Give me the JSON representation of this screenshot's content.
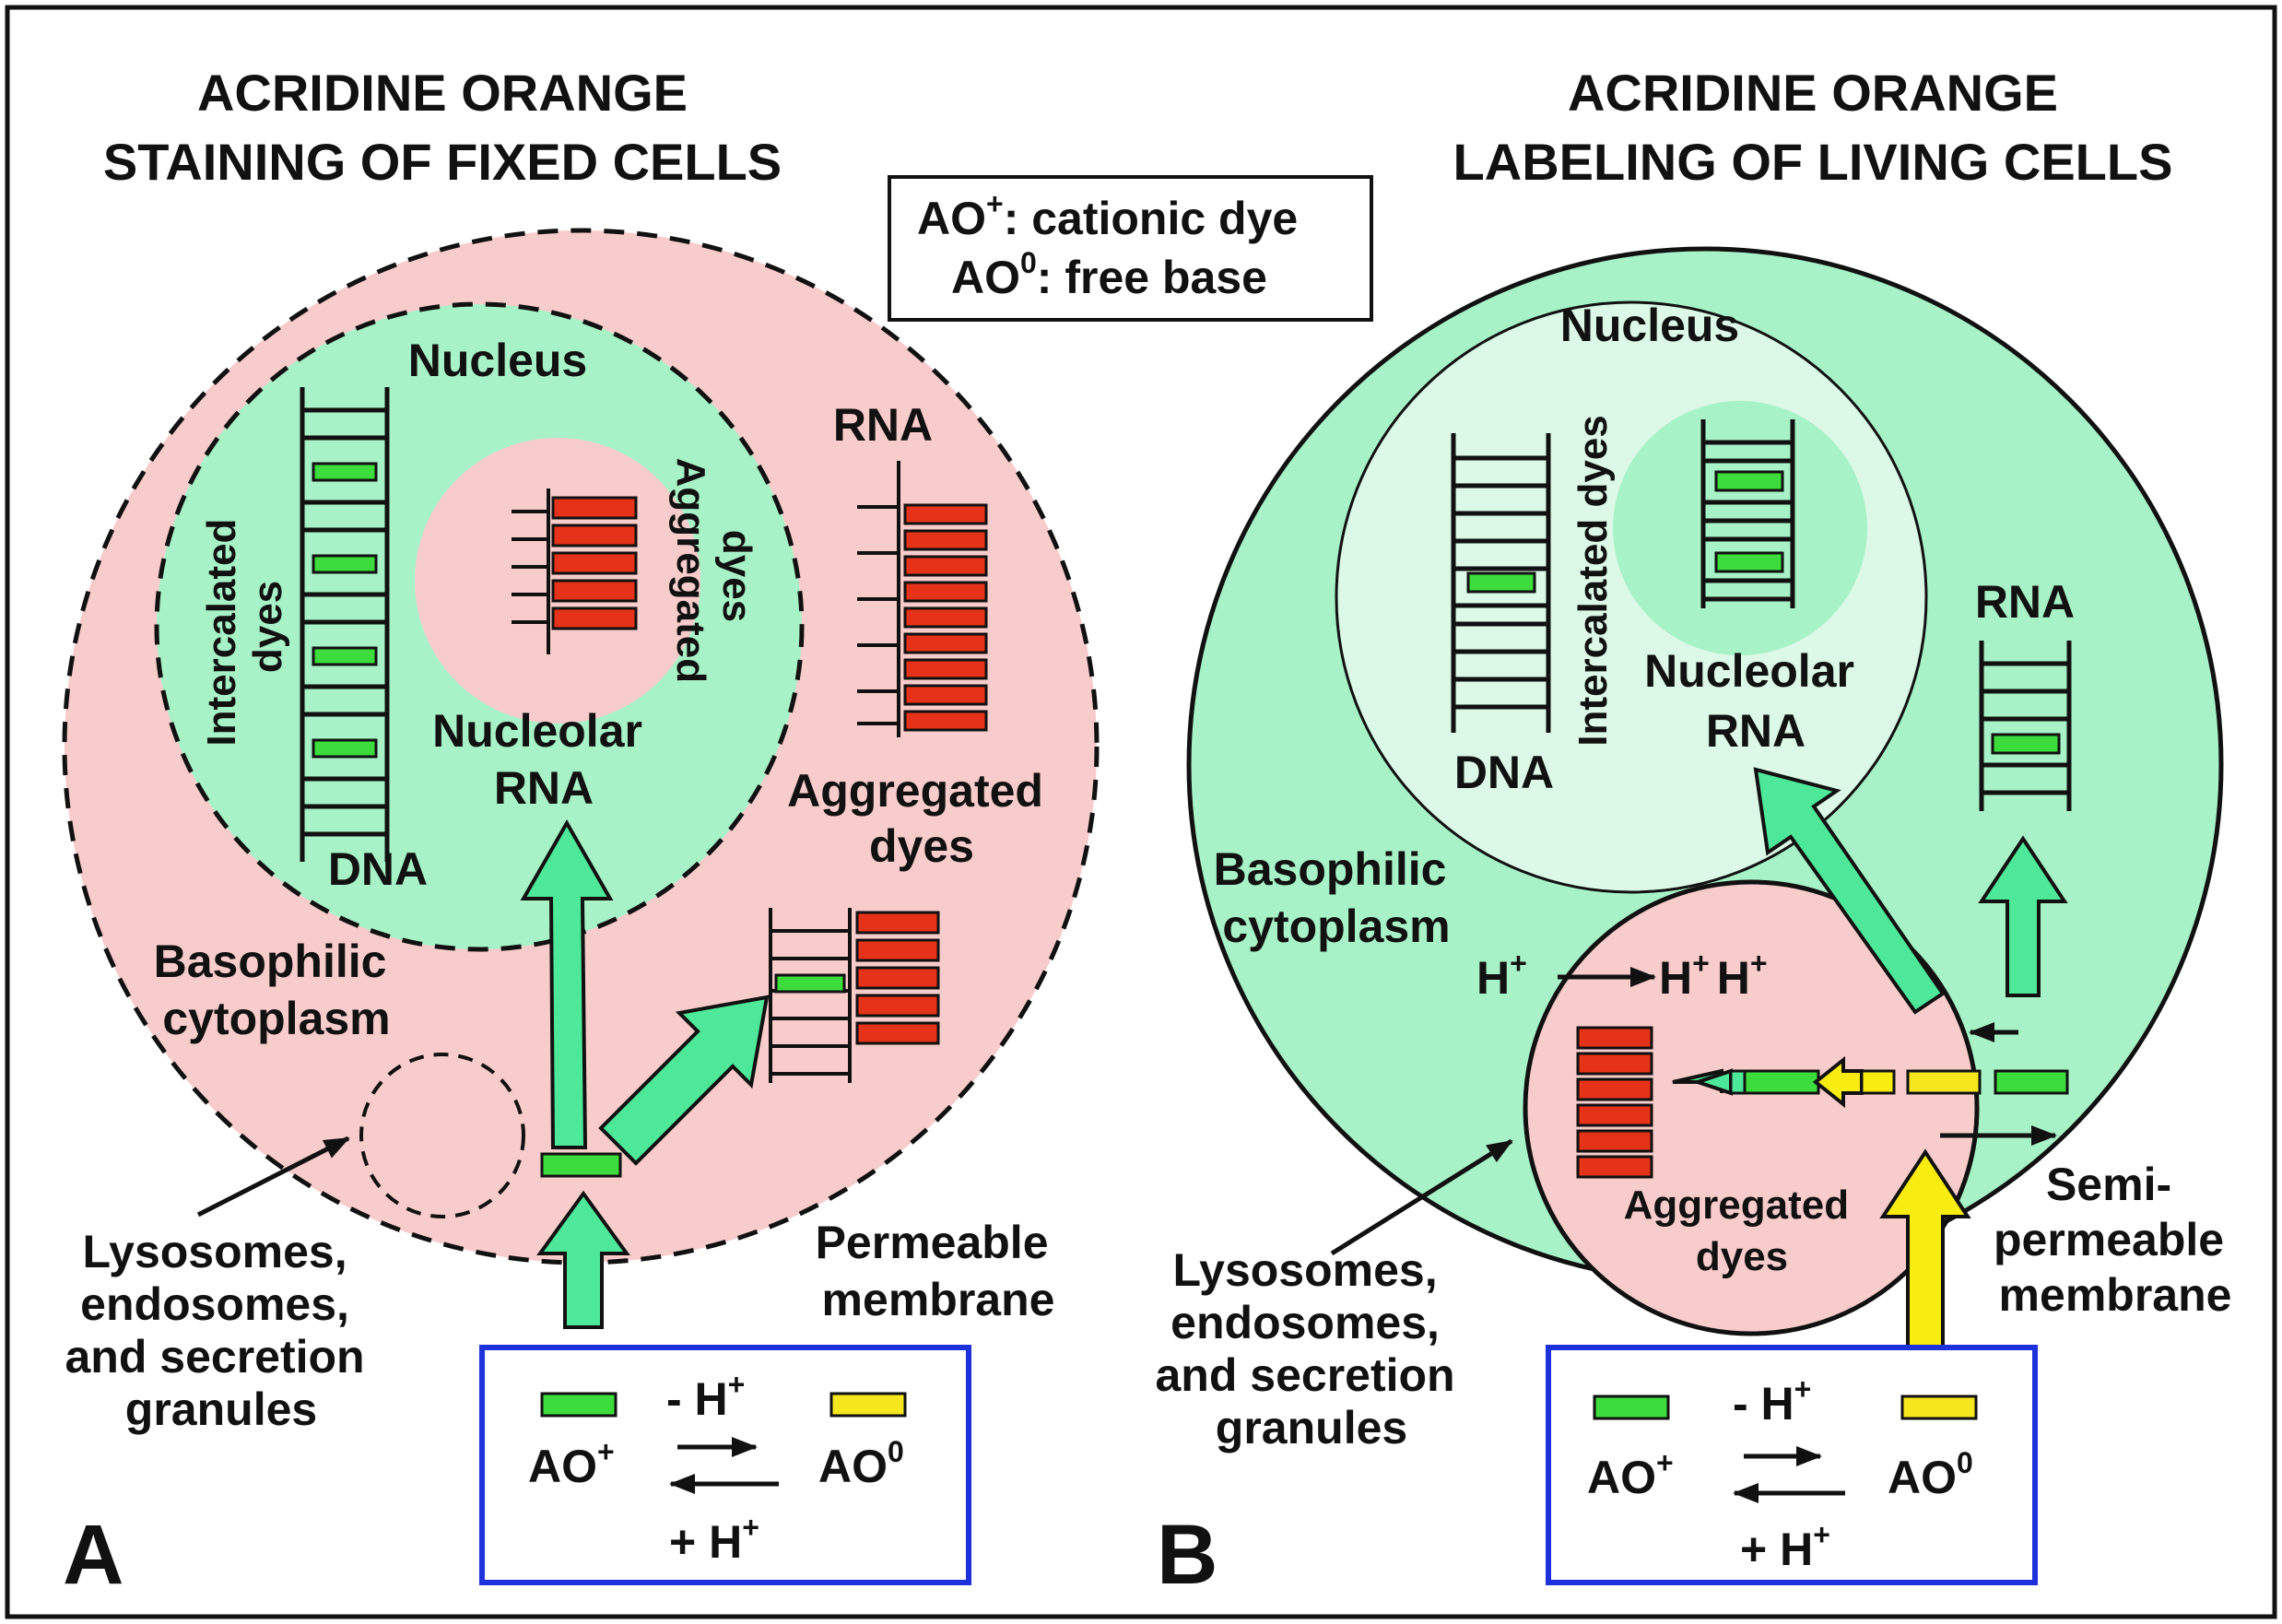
{
  "legend": {
    "line1": "AO",
    "line1_sup": "+",
    "line1_rest": ": cationic dye",
    "line2": "AO",
    "line2_sup": "0",
    "line2_rest": ": free base"
  },
  "colors": {
    "cationic_dye": "#3cdc3c",
    "free_base": "#f5e61e",
    "aggregated_dye": "#e63218",
    "arrow_green": "#4ee89a",
    "arrow_yellow": "#f8ec10",
    "fixed_cell": "#f9cccc",
    "living_cell": "#a8f2c8",
    "living_nucleus": "#dcf8e6",
    "equation_box_border": "#1e32dc"
  },
  "panel_a": {
    "letter": "A",
    "title_line1": "ACRIDINE ORANGE",
    "title_line2": "STAINING OF FIXED CELLS",
    "nucleus": "Nucleus",
    "intercalated_line1": "Intercalated",
    "intercalated_line2": "dyes",
    "aggregated_vert_line1": "Aggregated",
    "aggregated_vert_line2": "dyes",
    "nucleolar_line1": "Nucleolar",
    "nucleolar_line2": "RNA",
    "dna": "DNA",
    "rna": "RNA",
    "aggregated_line1": "Aggregated",
    "aggregated_line2": "dyes",
    "basophilic_line1": "Basophilic",
    "basophilic_line2": "cytoplasm",
    "lysosomes_line1": "Lysosomes,",
    "lysosomes_line2": "endosomes,",
    "lysosomes_line3": "and secretion",
    "lysosomes_line4": "granules",
    "membrane_line1": "Permeable",
    "membrane_line2": "membrane",
    "eq_minus": "- H",
    "eq_plus": "+ H",
    "eq_cation": "AO",
    "eq_base": "AO",
    "sup_plus": "+",
    "sup_zero": "0"
  },
  "panel_b": {
    "letter": "B",
    "title_line1": "ACRIDINE ORANGE",
    "title_line2": "LABELING OF LIVING CELLS",
    "nucleus": "Nucleus",
    "intercalated_line1": "Intercalated dyes",
    "nucleolar_line1": "Nucleolar",
    "nucleolar_line2": "RNA",
    "dna": "DNA",
    "rna": "RNA",
    "basophilic_line1": "Basophilic",
    "basophilic_line2": "cytoplasm",
    "proton_left": "H",
    "proton_right": "H",
    "proton_right2": "H",
    "aggregated_line1": "Aggregated",
    "aggregated_line2": "dyes",
    "lysosomes_line1": "Lysosomes,",
    "lysosomes_line2": "endosomes,",
    "lysosomes_line3": "and secretion",
    "lysosomes_line4": "granules",
    "membrane_line1": "Semi-",
    "membrane_line2": "permeable",
    "membrane_line3": "membrane",
    "eq_minus": "- H",
    "eq_plus": "+ H",
    "eq_cation": "AO",
    "eq_base": "AO",
    "sup_plus": "+",
    "sup_zero": "0"
  }
}
